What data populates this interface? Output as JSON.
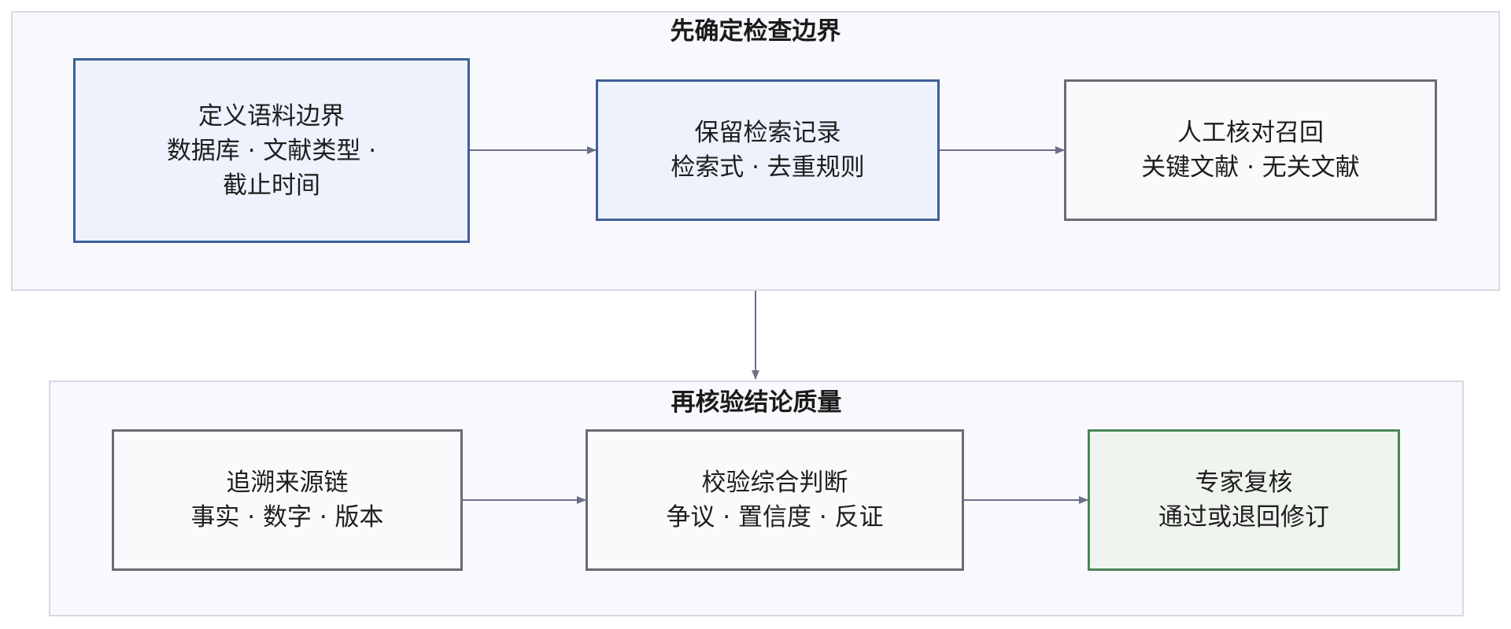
{
  "panels": {
    "top": {
      "title": "先确定检查边界"
    },
    "bottom": {
      "title": "再核验结论质量"
    }
  },
  "nodes": {
    "corpus": {
      "line1": "定义语料边界",
      "line2": "数据库 · 文献类型 ·",
      "line3": "截止时间"
    },
    "retrieval": {
      "line1": "保留检索记录",
      "line2": "检索式 · 去重规则"
    },
    "recall": {
      "line1": "人工核对召回",
      "line2": "关键文献 · 无关文献"
    },
    "trace": {
      "line1": "追溯来源链",
      "line2": "事实 · 数字 · 版本"
    },
    "verify": {
      "line1": "校验综合判断",
      "line2": "争议 · 置信度 · 反证"
    },
    "expert": {
      "line1": "专家复核",
      "line2": "通过或退回修订"
    }
  },
  "colors": {
    "panel_bg": "#f8f8fd",
    "panel_border": "#d8d9e3",
    "blue_fill": "#edf2fd",
    "blue_border": "#3f5f98",
    "gray_border": "#6a6b73",
    "green_fill": "#f0f4ef",
    "green_border": "#4a8659",
    "arrow": "#6b7087"
  }
}
